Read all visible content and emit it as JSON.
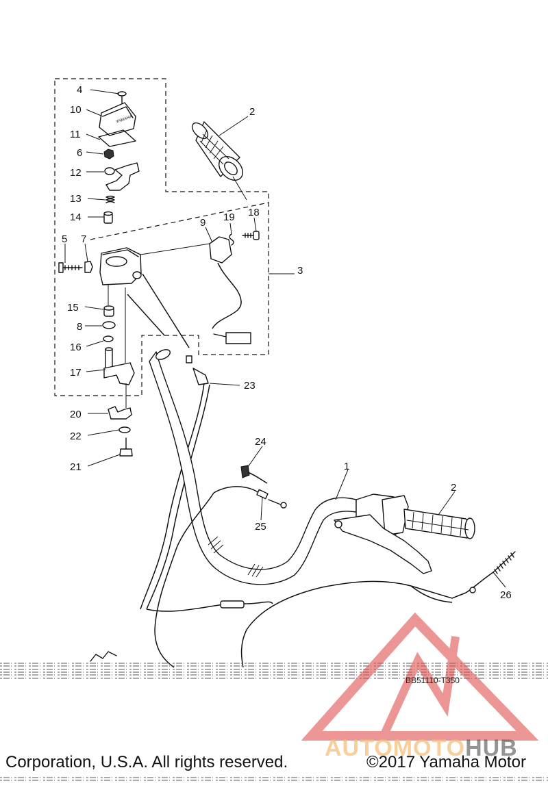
{
  "diagram": {
    "drawing_code": "BB51110-T350",
    "callouts": [
      "1",
      "2",
      "3",
      "4",
      "5",
      "6",
      "7",
      "8",
      "9",
      "10",
      "11",
      "12",
      "13",
      "14",
      "15",
      "16",
      "17",
      "18",
      "19",
      "20",
      "21",
      "22",
      "23",
      "24",
      "25",
      "26"
    ]
  },
  "footer": {
    "left": "Corporation, U.S.A. All rights reserved.",
    "right": "©2017 Yamaha Motor"
  },
  "watermark": {
    "auto": "AUTOMOTO",
    "hub": "HUB",
    "color_red": "#e05050",
    "color_orange": "#f5be78"
  }
}
